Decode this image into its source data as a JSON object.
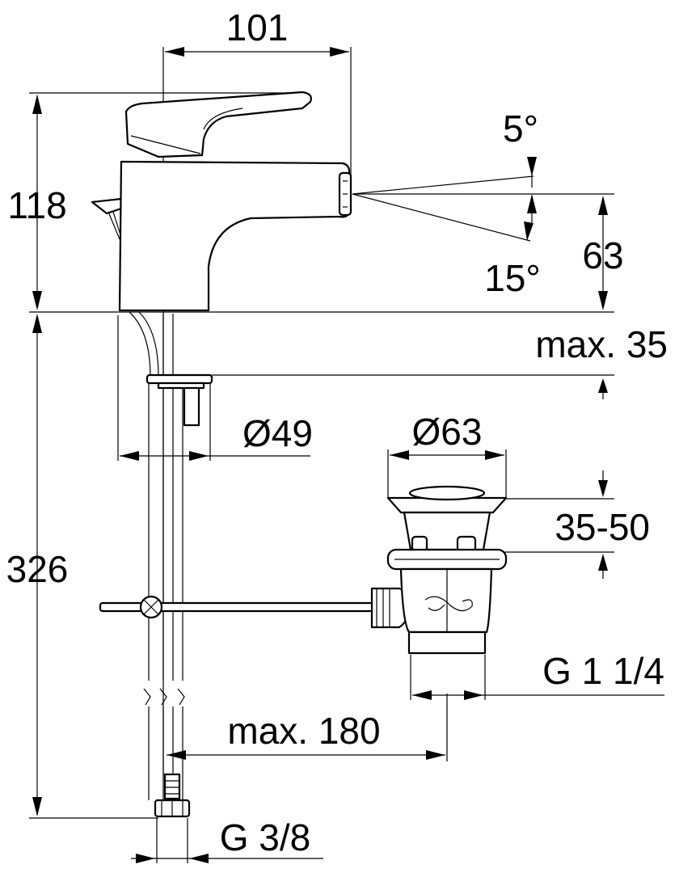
{
  "dimensions": {
    "width_101": "101",
    "height_118": "118",
    "spout_height_63": "63",
    "angle_up": "5°",
    "angle_down": "15°",
    "max_35": "max. 35",
    "dia_49": "Ø49",
    "dia_63": "Ø63",
    "range_35_50": "35-50",
    "hose_length_326": "326",
    "max_180": "max. 180",
    "thread_g114": "G 1 1/4",
    "thread_g38": "G 3/8"
  }
}
